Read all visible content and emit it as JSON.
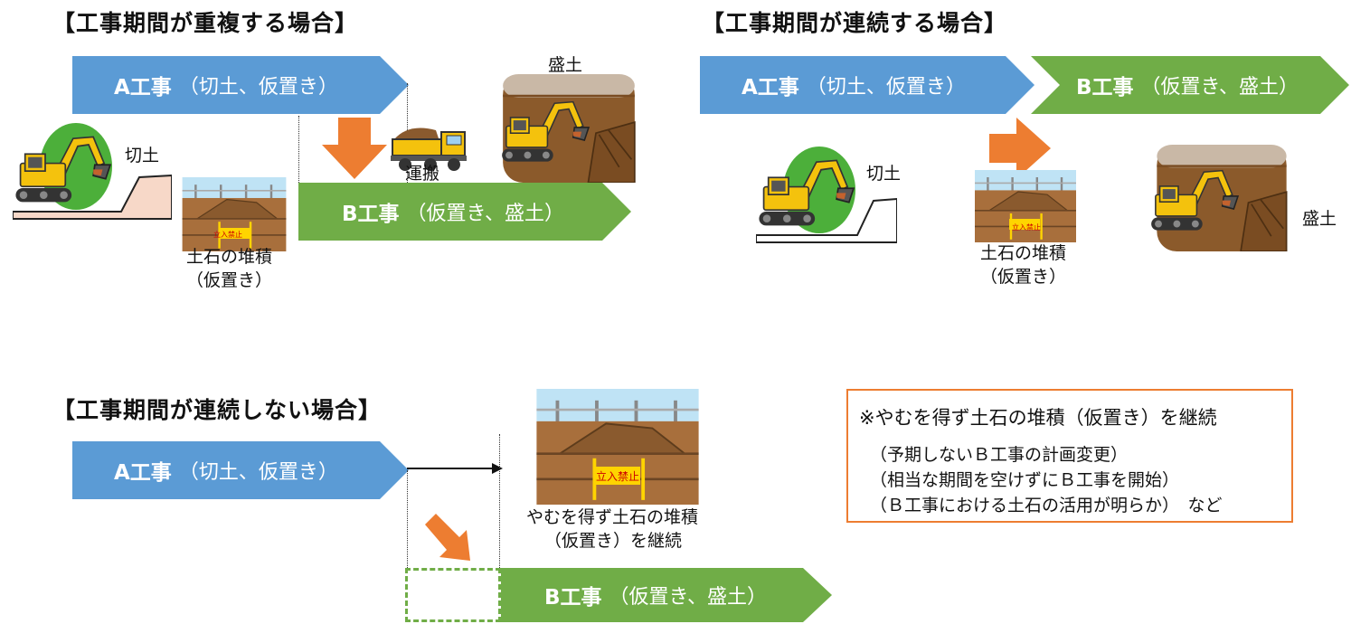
{
  "overlap": {
    "title": "【工事期間が重複する場合】",
    "a_bar": {
      "lead": "A工事",
      "rest": "（切土、仮置き）"
    },
    "b_bar": {
      "lead": "B工事",
      "rest": "（仮置き、盛土）"
    },
    "cut_label": "切土",
    "fill_label": "盛土",
    "transport_label": "運搬",
    "pile_label_1": "土石の堆積",
    "pile_label_2": "（仮置き）",
    "sign_text": "立入禁止"
  },
  "continuous": {
    "title": "【工事期間が連続する場合】",
    "a_bar": {
      "lead": "A工事",
      "rest": "（切土、仮置き）"
    },
    "b_bar": {
      "lead": "B工事",
      "rest": "（仮置き、盛土）"
    },
    "cut_label": "切土",
    "fill_label": "盛土",
    "pile_label_1": "土石の堆積",
    "pile_label_2": "（仮置き）",
    "sign_text": "立入禁止"
  },
  "discontinuous": {
    "title": "【工事期間が連続しない場合】",
    "a_bar": {
      "lead": "A工事",
      "rest": "（切土、仮置き）"
    },
    "b_bar": {
      "lead": "B工事",
      "rest": "（仮置き、盛土）"
    },
    "pile_label_1": "やむを得ず土石の堆積",
    "pile_label_2": "（仮置き）を継続",
    "sign_text": "立入禁止"
  },
  "note": {
    "title": "※やむを得ず土石の堆積（仮置き）を継続",
    "lines": [
      "（予期しないＢ工事の計画変更）",
      "（相当な期間を空けずにＢ工事を開始）",
      "（Ｂ工事における土石の活用が明らか）　など"
    ]
  },
  "colors": {
    "a_bar": "#5b9bd5",
    "b_bar": "#70ad47",
    "arrow": "#ed7d31",
    "note_border": "#ed7d31"
  }
}
